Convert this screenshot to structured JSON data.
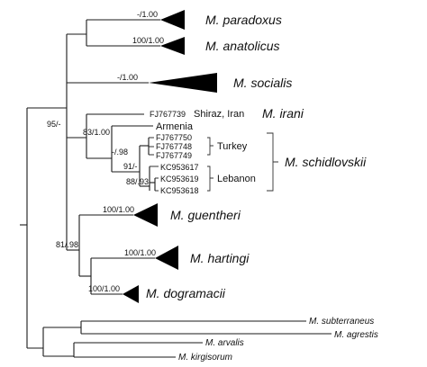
{
  "tree": {
    "clades": {
      "paradoxus": "M. paradoxus",
      "anatolicus": "M. anatolicus",
      "socialis": "M. socialis",
      "irani": "M. irani",
      "schidlovskii": "M. schidlovskii",
      "guentheri": "M. guentheri",
      "hartingi": "M. hartingi",
      "dogramacii": "M. dogramacii",
      "subterraneus": "M. subterraneus",
      "agrestis": "M. agrestis",
      "arvalis": "M. arvalis",
      "kirgisorum": "M. kirgisorum"
    },
    "accessions": {
      "irani_seq": "FJ767739",
      "turkey_1": "FJ767750",
      "turkey_2": "FJ767748",
      "turkey_3": "FJ767749",
      "lebanon_1": "KC953617",
      "lebanon_2": "KC953619",
      "lebanon_3": "KC953618"
    },
    "localities": {
      "iran": "Shiraz, Iran",
      "armenia": "Armenia",
      "turkey": "Turkey",
      "lebanon": "Lebanon"
    },
    "support": {
      "root_ingroup": "95/-",
      "paradoxus": "-/1.00",
      "anatolicus": "100/1.00",
      "socialis": "-/1.00",
      "irani_schid": "83/1.00",
      "schid_inner": "-/.98",
      "turkey_leb": "91/-",
      "lebanon": "88/.93",
      "guent_hart": "81/.98",
      "guentheri": "100/1.00",
      "hartingi": "100/1.00",
      "dogramacii": "100/1.00"
    }
  }
}
